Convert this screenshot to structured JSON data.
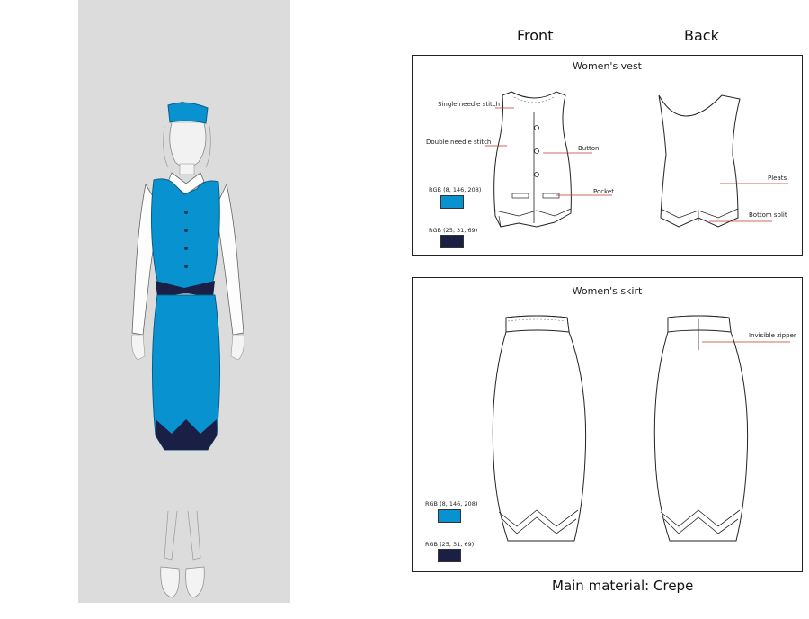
{
  "labels": {
    "front": "Front",
    "back": "Back",
    "footer": "Main material: Crepe"
  },
  "vest": {
    "title": "Women's vest",
    "callouts": {
      "single_needle": "Single needle stitch",
      "double_needle": "Double needle stitch",
      "button": "Button",
      "pocket": "Pocket",
      "pleats": "Pleats",
      "bottom_split": "Bottom split"
    },
    "swatches": [
      {
        "label": "RGB (8, 146, 208)",
        "color": "#0892d0"
      },
      {
        "label": "RGB (25, 31, 69)",
        "color": "#191f45"
      }
    ]
  },
  "skirt": {
    "title": "Women's skirt",
    "callouts": {
      "invisible_zipper": "Invisible zipper"
    },
    "swatches": [
      {
        "label": "RGB (8, 146, 208)",
        "color": "#0892d0"
      },
      {
        "label": "RGB (25, 31, 69)",
        "color": "#191f45"
      }
    ]
  },
  "colors": {
    "primary_blue": "#0892d0",
    "navy": "#191f45",
    "callout_line": "#c0392b",
    "panel_gray": "#dcdcdc"
  }
}
